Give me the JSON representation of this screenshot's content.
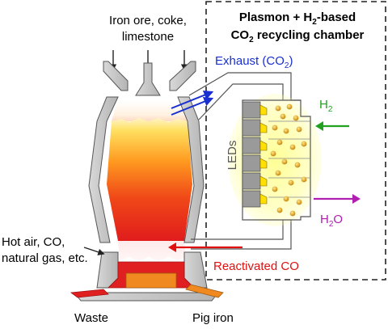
{
  "chamber": {
    "title_line1": "Plasmon + H",
    "title_sub1": "2",
    "title_line1_end": "-based",
    "title_line2_start": "CO",
    "title_sub2": "2",
    "title_line2_end": " recycling chamber"
  },
  "inputs": {
    "line1": "Iron ore, coke,",
    "line2": "limestone"
  },
  "exhaust": {
    "text": "Exhaust (CO",
    "sub": "2",
    "close": ")"
  },
  "leds_label": "LEDs",
  "h2": {
    "text": "H",
    "sub": "2"
  },
  "h2o": {
    "text": "H",
    "sub": "2",
    "end": "O"
  },
  "hot_air": {
    "line1": "Hot air, CO,",
    "line2": "natural gas, etc."
  },
  "reactivated": "Reactivated CO",
  "waste": "Waste",
  "pig_iron": "Pig iron",
  "colors": {
    "exhaust_arrow": "#1a2fd0",
    "h2_arrow": "#22a020",
    "h2o_arrow": "#b020b0",
    "reactivated_arrow": "#e01010",
    "furnace_wall": "#c8c8c8",
    "molten": "#e02020",
    "pig_iron": "#f08a20"
  }
}
